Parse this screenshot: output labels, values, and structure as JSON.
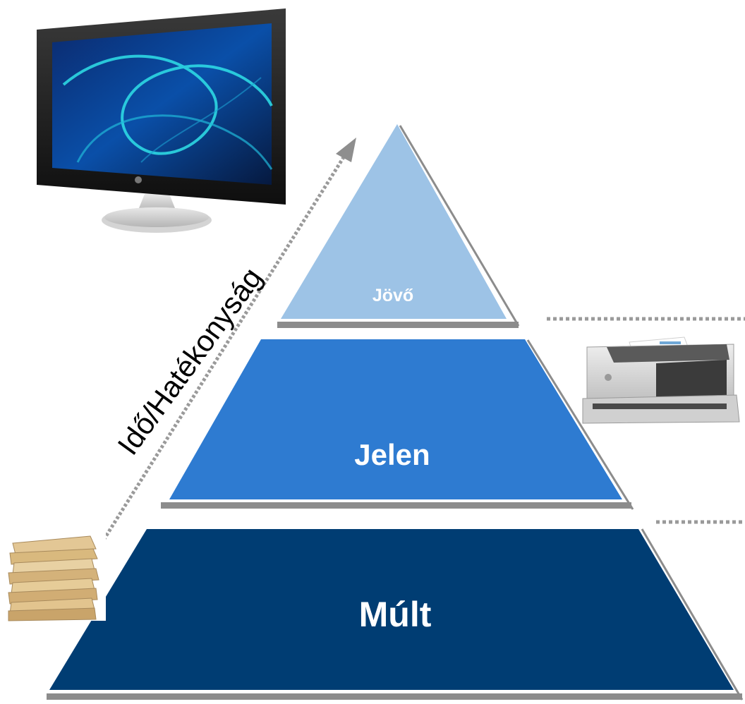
{
  "diagram": {
    "tiers": [
      {
        "label": "Jövő",
        "color": "#9dc3e6"
      },
      {
        "label": "Jelen",
        "color": "#2e7bd1"
      },
      {
        "label": "Múlt",
        "color": "#003d73"
      }
    ],
    "axis_label": "Idő/Hatékonyság",
    "edge_shadow_color": "#8c8c8c",
    "dotted_line_color": "#9a9a9a",
    "icons": [
      "computer-monitor-icon",
      "document-scanner-icon",
      "paper-stack-icon"
    ]
  }
}
